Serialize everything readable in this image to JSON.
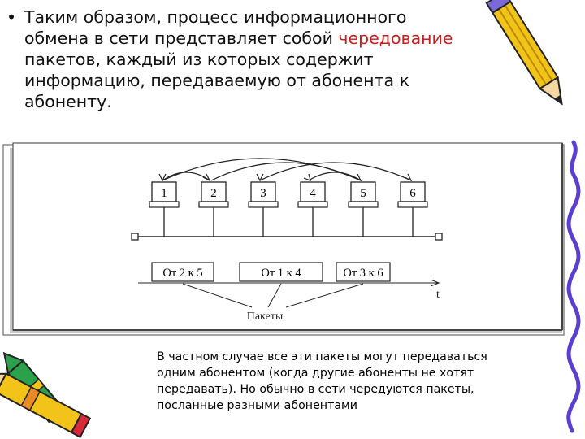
{
  "bullet": {
    "symbol": "•",
    "line1": "Таким образом, процесс информационного",
    "line2_pre": "обмена в сети представляет собой ",
    "line2_highlight": "чередование",
    "line3": "пакетов, каждый из которых содержит",
    "line4": "информацию, передаваемую от абонента к",
    "line5": "абоненту.",
    "highlight_color": "#cc1b1b"
  },
  "diagram": {
    "computers": [
      "1",
      "2",
      "3",
      "4",
      "5",
      "6"
    ],
    "packets": [
      "От 2 к 5",
      "От 1 к 4",
      "От 3 к 6"
    ],
    "time_label": "t",
    "packets_label": "Пакеты"
  },
  "caption": {
    "line1": "В частном случае все эти пакеты могут передаваться",
    "line2": "одним абонентом (когда другие абоненты не хотят",
    "line3": "передавать). Но обычно в сети чередуются пакеты,",
    "line4": "посланные разными абонентами"
  },
  "decor": {
    "pencil_top_right": "pencil-icon",
    "crayons_bottom_left": "crayons-icon",
    "squiggle_right": "squiggle-border"
  }
}
